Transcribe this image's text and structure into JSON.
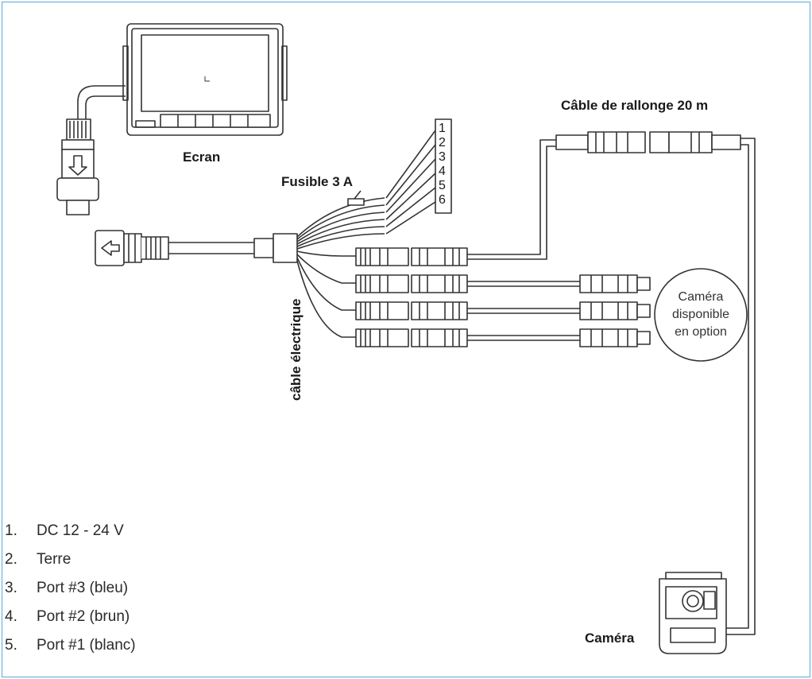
{
  "labels": {
    "screen": "Ecran",
    "fuse": "Fusible 3 A",
    "extension": "Câble de rallonge 20 m",
    "power_cable": "câble électrique",
    "optional_camera_line1": "Caméra",
    "optional_camera_line2": "disponible",
    "optional_camera_line3": "en option",
    "camera": "Caméra"
  },
  "wire_numbers": [
    "1",
    "2",
    "3",
    "4",
    "5",
    "6"
  ],
  "legend": [
    {
      "num": "1.",
      "text": "DC 12 - 24 V"
    },
    {
      "num": "2.",
      "text": "Terre"
    },
    {
      "num": "3.",
      "text": "Port #3 (bleu)"
    },
    {
      "num": "4.",
      "text": "Port #2 (brun)"
    },
    {
      "num": "5.",
      "text": "Port #1 (blanc)"
    }
  ],
  "colors": {
    "frame": "#5aa9d8",
    "line": "#333333"
  }
}
